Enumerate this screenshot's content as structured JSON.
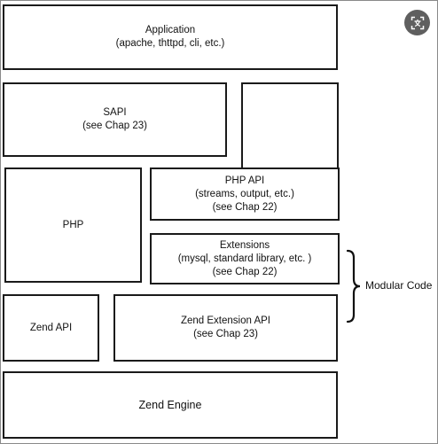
{
  "layers": {
    "application": {
      "line1": "Application",
      "line2": "(apache, thttpd, cli, etc.)"
    },
    "sapi": {
      "line1": "SAPI",
      "line2": "(see Chap 23)"
    },
    "php": {
      "line1": "PHP"
    },
    "php_api": {
      "line1": "PHP API",
      "line2": "(streams, output, etc.)",
      "line3": "(see Chap 22)"
    },
    "extensions": {
      "line1": "Extensions",
      "line2": "(mysql, standard library, etc. )",
      "line3": "(see Chap 22)"
    },
    "zend_api": {
      "line1": "Zend API"
    },
    "zend_extension_api": {
      "line1": "Zend Extension API",
      "line2": "(see Chap 23)"
    },
    "zend_engine": {
      "line1": "Zend Engine"
    }
  },
  "brace": {
    "label": "Modular Code"
  },
  "corner_button": {
    "icon": "image-search-icon",
    "background": "#5f5f5f"
  }
}
